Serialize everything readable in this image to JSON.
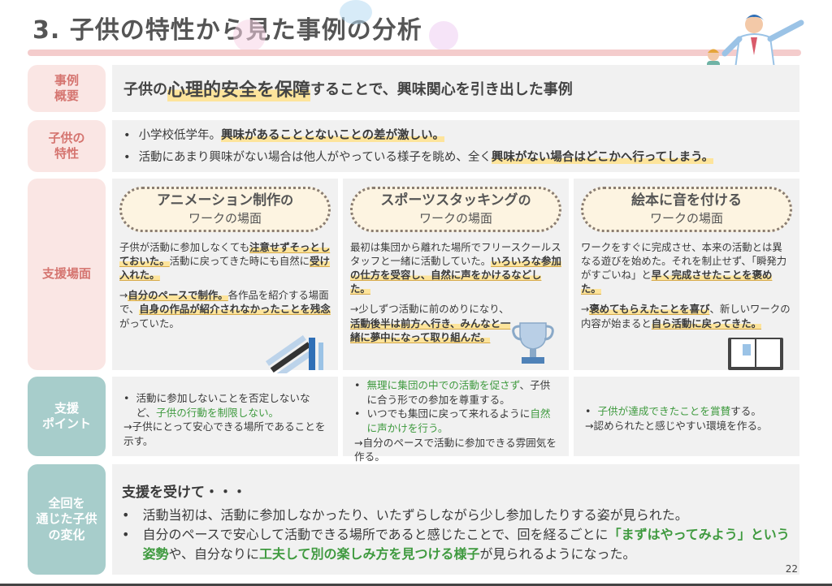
{
  "title": "3. 子供の特性から見た事例の分析",
  "labels": {
    "overview": "事例\n概要",
    "traits": "子供の\n特性",
    "scene": "支援場面",
    "point": "支援\nポイント",
    "change": "全回を\n通じた子供\nの変化"
  },
  "overview": {
    "pre": "子供の",
    "hl": "心理的安全を保障",
    "post": "することで、興味関心を引き出した事例"
  },
  "traits": [
    {
      "pre": "小学校低学年。",
      "hl": "興味があることとないことの差が激しい。",
      "post": ""
    },
    {
      "pre": "活動にあまり興味がない場合は他人がやっている様子を眺め、全く",
      "hl": "興味がない場合はどこかへ行ってしまう。",
      "post": ""
    }
  ],
  "scenes": [
    {
      "title_b": "アニメーション制作",
      "title_s": "の",
      "subtitle": "ワークの場面",
      "p1_a": "子供が活動に参加しなくても",
      "p1_hl": "注意せずそっとしておいた。",
      "p1_b": "活動に戻ってきた時にも自然に",
      "p1_hl2": "受け入れた。",
      "p2_a": "→",
      "p2_hl": "自分のペースで制作。",
      "p2_b": "各作品を紹介する場面で、",
      "p2_hl2": "自身の作品が紹介されなかったことを残念",
      "p2_c": "がっていた。"
    },
    {
      "title_b": "スポーツスタッキング",
      "title_s": "の",
      "subtitle": "ワークの場面",
      "p1_a": "最初は集団から離れた場所でフリースクールスタッフと一緒に活動していた。",
      "p1_hl": "いろいろな参加の仕方を受容し、自然に声をかけるなどした。",
      "p2_a": "→少しずつ活動に前のめりになり、",
      "p2_hl": "活動後半は前方へ行き、みんなと一緒に夢中になって取り組んだ。"
    },
    {
      "title_b": "絵本に音を付ける",
      "title_s": "",
      "subtitle": "ワークの場面",
      "p1_a": "ワークをすぐに完成させ、本来の活動とは異なる遊びを始めた。それを制止せず、「瞬発力がすごいね」と",
      "p1_hl": "早く完成させたことを褒めた。",
      "p2_a": "→",
      "p2_hl": "褒めてもらえたことを喜び",
      "p2_b": "、新しいワークの内容が始まると",
      "p2_hl2": "自ら活動に戻ってきた。"
    }
  ],
  "points": [
    {
      "b1_a": "活動に参加しないことを否定しないなど、",
      "b1_g": "子供の行動を制限しない。",
      "b2": "→子供にとって安心できる場所であることを示す。"
    },
    {
      "b1_g": "無理に集団の中での活動を促さず",
      "b1_a": "、子供に合う形での参加を尊重する。",
      "b2_a": "いつでも集団に戻って来れるように",
      "b2_g": "自然に声かけを行う。",
      "b3": "→自分のペースで活動に参加できる雰囲気を作る。"
    },
    {
      "b1_g": "子供が達成できたことを賞賛",
      "b1_a": "する。",
      "b2": "→認められたと感じやすい環境を作る。"
    }
  ],
  "summary": {
    "head": "支援を受けて・・・",
    "l1": "活動当初は、活動に参加しなかったり、いたずらしながら少し参加したりする姿が見られた。",
    "l2_a": "自分のペースで安心して活動できる場所であると感じたことで、回を経るごとに",
    "l2_g1": "「まずはやってみよう」という姿勢",
    "l2_b": "や、自分なりに",
    "l2_g2": "工夫して別の楽しみ方を見つける様子",
    "l2_c": "が見られるようになった。"
  },
  "page_number": "22",
  "colors": {
    "accent_pink": "#d57570",
    "accent_teal": "#a7cdcb",
    "highlight": "#fde49b",
    "green": "#3f9a3f"
  }
}
